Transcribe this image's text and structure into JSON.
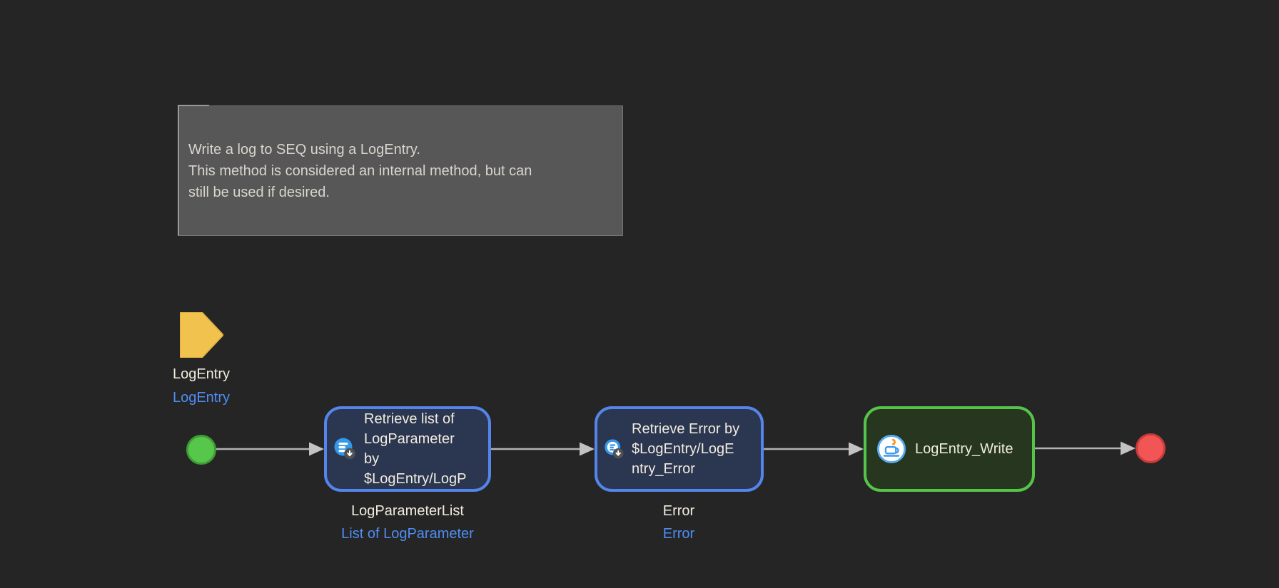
{
  "canvas": {
    "background": "#252525"
  },
  "colors": {
    "node_blue_border": "#5585ea",
    "node_blue_fill": "#2b3650",
    "node_green_border": "#55c549",
    "node_green_fill": "#26361f",
    "link_text_blue": "#4f8df2",
    "label_text": "#f2ecdf",
    "comment_fill": "#575757",
    "comment_text": "#d9d5cd",
    "parameter_yellow": "#f2c24e",
    "start_green": "#57c74b",
    "end_red": "#f15555",
    "connector_gray": "#b3b3b3"
  },
  "comment": {
    "lines": [
      "Write a log to SEQ using a LogEntry.",
      "This method is considered an internal method, but can",
      "still be used if desired."
    ]
  },
  "parameter": {
    "name": "LogEntry",
    "type": "LogEntry"
  },
  "nodes": [
    {
      "icon": "retrieve-list-icon",
      "title_lines": [
        "Retrieve list of",
        "LogParameter",
        "by",
        "$LogEntry/LogP"
      ],
      "output_name": "LogParameterList",
      "output_type": "List of LogParameter"
    },
    {
      "icon": "retrieve-item-icon",
      "title_lines": [
        "Retrieve Error by",
        "$LogEntry/LogE",
        "ntry_Error"
      ],
      "output_name": "Error",
      "output_type": "Error"
    },
    {
      "icon": "coffee-cup-icon",
      "title_lines": [
        "LogEntry_Write"
      ]
    }
  ]
}
